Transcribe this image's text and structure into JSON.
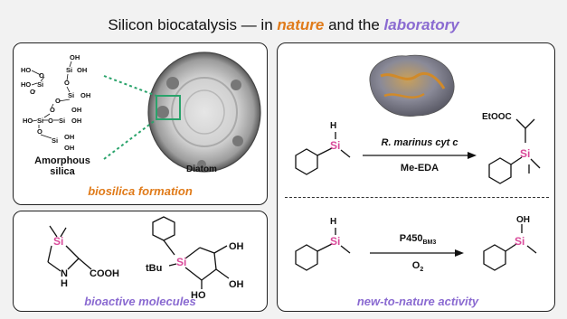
{
  "title": {
    "prefix": "Silicon biocatalysis — in ",
    "nature": "nature",
    "middle": " and the ",
    "laboratory": "laboratory"
  },
  "panel_biosilica": {
    "caption": "biosilica formation",
    "silica_label_1": "Amorphous",
    "silica_label_2": "silica",
    "diatom_label": "Diatom"
  },
  "panel_bioactive": {
    "caption": "bioactive molecules",
    "cooh": "COOH",
    "nh": "N",
    "h": "H",
    "tbu": "tBu",
    "oh1": "OH",
    "oh2": "OH",
    "ho": "HO",
    "si": "Si"
  },
  "panel_lab": {
    "top_reaction": {
      "catalyst": "R. marinus cyt c",
      "reagent": "Me-EDA",
      "product_ester": "EtOOC"
    },
    "bottom_reaction": {
      "catalyst": "P450",
      "catalyst_sub": "BM3",
      "reagent": "O",
      "reagent_sub": "2",
      "product_oh": "OH"
    },
    "si": "Si",
    "h": "H",
    "caption": "new-to-nature activity"
  },
  "colors": {
    "orange": "#e07b1a",
    "purple": "#8a6ad1",
    "silicon_pink": "#d94a9a",
    "green_highlight": "#2aa36b"
  }
}
